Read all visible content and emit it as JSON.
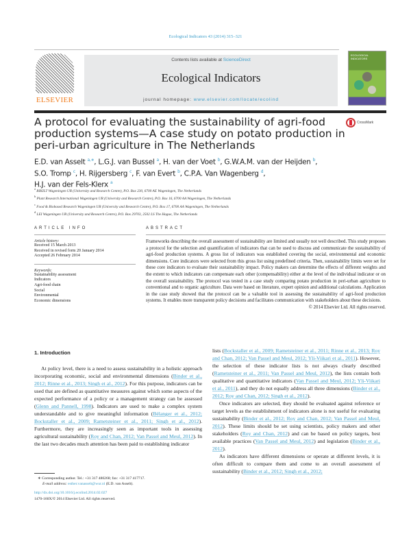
{
  "header": {
    "journal_ref": "Ecological Indicators 43 (2014) 315–321",
    "contents_prefix": "Contents lists available at ",
    "sciencedirect": "ScienceDirect",
    "journal_title": "Ecological Indicators",
    "homepage_prefix": "journal homepage: ",
    "homepage_url": "www.elsevier.com/locate/ecolind",
    "publisher": "ELSEVIER",
    "cover_text": "ECOLOGICAL INDICATORS",
    "crossmark": "CrossMark"
  },
  "article": {
    "title": "A protocol for evaluating the sustainability of agri-food production systems—A case study on potato production in peri-urban agriculture in The Netherlands",
    "authors": [
      {
        "name": "E.D. van Asselt",
        "sup": "a,∗"
      },
      {
        "name": "L.G.J. van Bussel",
        "sup": "a"
      },
      {
        "name": "H. van der Voet",
        "sup": "b"
      },
      {
        "name": "G.W.A.M. van der Heijden",
        "sup": "b"
      },
      {
        "name": "S.O. Tromp",
        "sup": "c"
      },
      {
        "name": "H. Rijgersberg",
        "sup": "c"
      },
      {
        "name": "F. van Evert",
        "sup": "b"
      },
      {
        "name": "C.P.A. Van Wagenberg",
        "sup": "d"
      },
      {
        "name": "H.J. van der Fels-Klerx",
        "sup": "a"
      }
    ],
    "affiliations": [
      {
        "key": "a",
        "text": "RIKILT Wageningen UR (University and Research Centre), P.O. Box 230, 6700 AE Wageningen, The Netherlands"
      },
      {
        "key": "b",
        "text": "Plant Research International Wageningen UR (University and Research Centre), P.O. Box 16, 6700 AA Wageningen, The Netherlands"
      },
      {
        "key": "c",
        "text": "Food & Biobased Research Wageningen UR (University and Research Centre), P.O. Box 17, 6700 AA Wageningen, The Netherlands"
      },
      {
        "key": "d",
        "text": "LEI Wageningen UR (University and Research Centre), P.O. Box 29703, 2502 LS The Hague, The Netherlands"
      }
    ]
  },
  "info": {
    "heading": "ARTICLE INFO",
    "history_label": "Article history:",
    "history": [
      "Received 15 March 2013",
      "Received in revised form 20 January 2014",
      "Accepted 26 February 2014"
    ],
    "keywords_label": "Keywords:",
    "keywords": [
      "Sustainability assessment",
      "Indicators",
      "Agri-food chain",
      "Social",
      "Environmental",
      "Economic dimensions"
    ]
  },
  "abstract": {
    "heading": "ABSTRACT",
    "text": "Frameworks describing the overall assessment of sustainability are limited and usually not well described. This study proposes a protocol for the selection and quantification of indicators that can be used to discuss and communicate the sustainability of agri-food production systems. A gross list of indicators was established covering the social, environmental and economic dimensions. Core indicators were selected from this gross list using predefined criteria. Then, sustainability limits were set for these core indicators to evaluate their sustainability impact. Policy makers can determine the effects of different weights and the extent to which indicators can compensate each other (compensability) either at the level of the individual indicator or on the overall sustainability. The protocol was tested in a case study comparing potato production in peri-urban agriculture to conventional and to organic agriculture. Data were based on literature, expert opinion and additional calculations. Application in the case study showed that the protocol can be a valuable tool in assessing the sustainability of agri-food production systems. It enables more transparent policy decisions and facilitates communication with stakeholders about these decisions.",
    "copyright": "© 2014 Elsevier Ltd. All rights reserved."
  },
  "body": {
    "section_heading": "1.  Introduction",
    "left": [
      [
        {
          "t": "At policy level, there is a need to assess sustainability in a holistic approach incorporating economic, social and environmental dimensions ("
        },
        {
          "c": "Binder et al., 2012; Rinne et al., 2013; Singh et al., 2012"
        },
        {
          "t": "). For this purpose, indicators can be used that are defined as quantitative measures against which some aspects of the expected performance of a policy or a management strategy can be assessed ("
        },
        {
          "c": "Glenn and Pannell, 1998"
        },
        {
          "t": "). Indicators are used to make a complex system understandable and to give meaningful information ("
        },
        {
          "c": "Bélanger et al., 2012; Bockstaller et al., 2009; Rametsteiner et al., 2011; Singh et al., 2012"
        },
        {
          "t": "). Furthermore, they are increasingly seen as important tools in assessing agricultural sustainability ("
        },
        {
          "c": "Roy and Chan, 2012; Van Passel and Meul, 2012"
        },
        {
          "t": "). In the last two decades much attention has been paid to establishing indicator"
        }
      ]
    ],
    "right": [
      [
        {
          "t": "lists ("
        },
        {
          "c": "Bockstaller et al., 2009; Rametsteiner et al., 2011; Rinne et al., 2013; Roy and Chan, 2012; Van Passel and Meul, 2012; Yli-Viikari et al., 2011"
        },
        {
          "t": "). However, the selection of these indicator lists is not always clearly described ("
        },
        {
          "c": "Rametsteiner et al., 2011; Van Passel and Meul, 2012"
        },
        {
          "t": "), the lists contain both qualitative and quantitative indicators ("
        },
        {
          "c": "Van Passel and Meul, 2012; Yli-Viikari et al., 2011"
        },
        {
          "t": "), and they do not equally address all three dimensions ("
        },
        {
          "c": "Binder et al., 2012; Roy and Chan, 2012; Singh et al., 2012"
        },
        {
          "t": ")."
        }
      ],
      [
        {
          "t": "Once indicators are selected, they should be evaluated against reference or target levels as the establishment of indicators alone is not useful for evaluating sustainability ("
        },
        {
          "c": "Binder et al., 2012; Roy and Chan, 2012; Van Passel and Meul, 2012"
        },
        {
          "t": "). These limits should be set using scientists, policy makers and other stakeholders ("
        },
        {
          "c": "Roy and Chan, 2012"
        },
        {
          "t": ") and can be based on policy targets, best available practices ("
        },
        {
          "c": "Van Passel and Meul, 2012"
        },
        {
          "t": ") and legislation ("
        },
        {
          "c": "Binder et al., 2012"
        },
        {
          "t": ")."
        }
      ],
      [
        {
          "t": "As indicators have different dimensions or operate at different levels, it is often difficult to compare them and come to an overall assessment of sustainability ("
        },
        {
          "c": "Binder et al., 2012; Singh et al., 2012;"
        }
      ]
    ]
  },
  "footnote": {
    "corresponding": "∗  Corresponding author. Tel.: +31 317 480268; fax: +31 317 417717.",
    "email_label": "E-mail address: ",
    "email": "esther.vanasselt@wur.nl",
    "email_suffix": " (E.D. van Asselt).",
    "doi": "http://dx.doi.org/10.1016/j.ecolind.2014.02.027",
    "issn": "1470-160X/© 2014 Elsevier Ltd. All rights reserved."
  },
  "colors": {
    "link": "#3a9cc8",
    "elsevier": "#f07b1b",
    "banner": "#e8e9ea"
  }
}
